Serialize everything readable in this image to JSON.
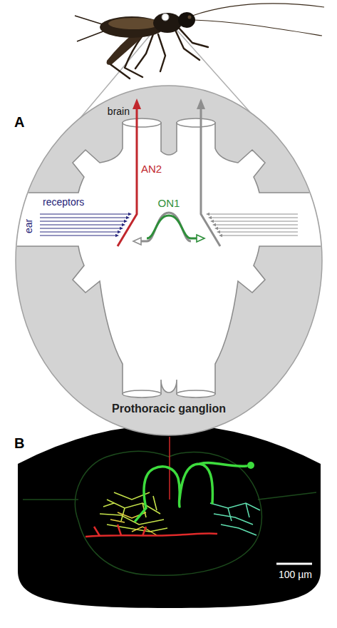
{
  "diagram": {
    "labels": [
      "A",
      "brain",
      "AN2",
      "receptors",
      "ear",
      "ON1",
      "Prothoracic ganglion",
      "B",
      "100 µm"
    ]
  }
}
